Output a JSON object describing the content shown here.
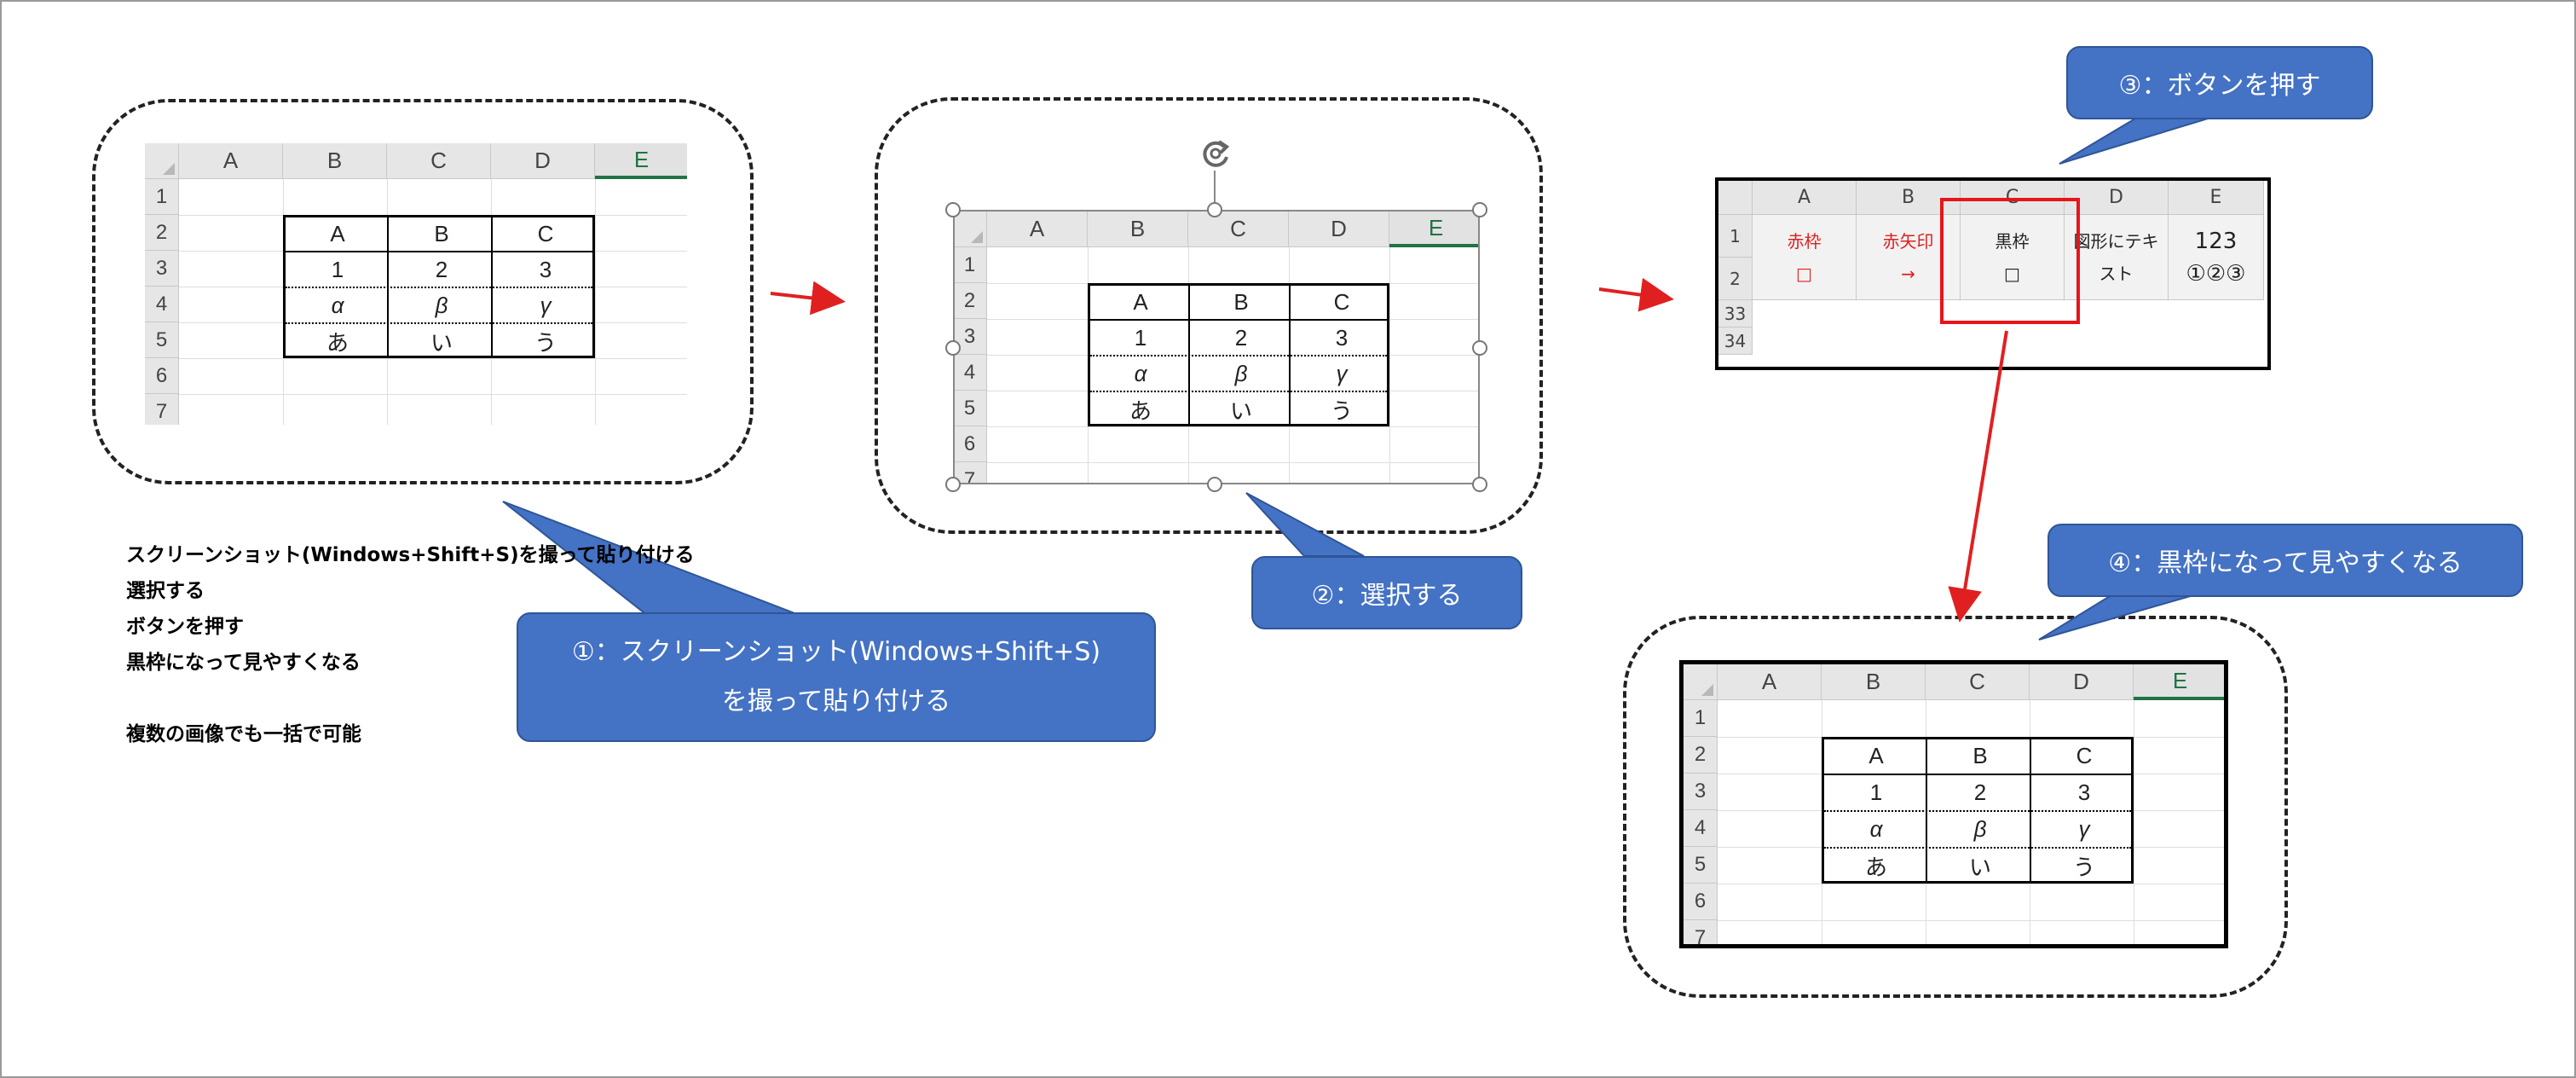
{
  "sheet": {
    "col_headers": [
      "A",
      "B",
      "C",
      "D",
      "E"
    ],
    "row_headers": [
      "1",
      "2",
      "3",
      "4",
      "5",
      "6",
      "7"
    ],
    "table_rows": [
      [
        "A",
        "B",
        "C"
      ],
      [
        "1",
        "2",
        "3"
      ],
      [
        "α",
        "β",
        "γ"
      ],
      [
        "あ",
        "い",
        "う"
      ]
    ]
  },
  "callouts": {
    "step1_line1": "①：スクリーンショット(Windows+Shift+S)",
    "step1_line2": "を撮って貼り付ける",
    "step2": "②：選択する",
    "step3": "③：ボタンを押す",
    "step4": "④：黒枠になって見やすくなる"
  },
  "ribbon": {
    "col_headers": [
      "A",
      "B",
      "C",
      "D",
      "E"
    ],
    "row_headers": [
      "1",
      "2",
      "33",
      "34"
    ],
    "buttons": [
      {
        "line1": "赤枠",
        "line2": "□",
        "color": "#e02020"
      },
      {
        "line1": "赤矢印",
        "line2": "→",
        "color": "#e02020"
      },
      {
        "line1": "黒枠",
        "line2": "□",
        "color": "#222222"
      },
      {
        "line1": "図形にテキ",
        "line2": "スト",
        "color": "#222222"
      },
      {
        "line1": "123",
        "line2": "①②③",
        "color": "#222222"
      }
    ]
  },
  "notes": [
    "スクリーンショット(Windows+Shift+S)を撮って貼り付ける",
    "選択する",
    "ボタンを押す",
    "黒枠になって見やすくなる",
    "",
    "複数の画像でも一括で可能"
  ],
  "colors": {
    "callout_fill": "#4472c4",
    "arrow_red": "#e02020",
    "selected_col": "#217346"
  }
}
